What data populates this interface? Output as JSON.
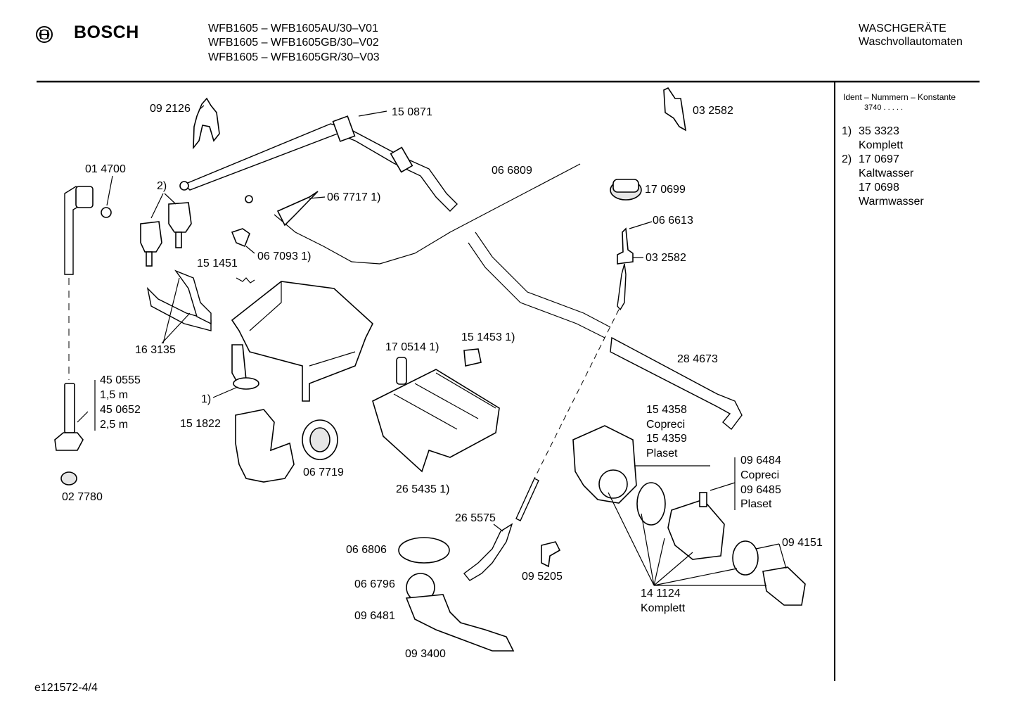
{
  "header": {
    "brand": "BOSCH",
    "models": [
      "WFB1605 – WFB1605AU/30–V01",
      "WFB1605 – WFB1605GB/30–V02",
      "WFB1605 – WFB1605GR/30–V03"
    ],
    "category": "WASCHGERÄTE",
    "subcategory": "Waschvollautomaten"
  },
  "sidebar": {
    "title": "Ident – Nummern – Konstante",
    "constant": "3740  .  .  .  .  .",
    "notes": [
      {
        "marker": "1)",
        "line1": "35 3323",
        "line2": "Komplett"
      },
      {
        "marker": "2)",
        "line1": "17 0697",
        "line2": "Kaltwasser"
      },
      {
        "marker": "",
        "line1": "17 0698",
        "line2": "Warmwasser"
      }
    ]
  },
  "labels": {
    "p092126": "09 2126",
    "p150871": "15 0871",
    "p032582a": "03 2582",
    "p014700": "01 4700",
    "p2": "2)",
    "p066809": "06 6809",
    "p0677171": "06 7717 1)",
    "p170699": "17 0699",
    "p066613": "06 6613",
    "p0670931": "06 7093 1)",
    "p032582b": "03 2582",
    "p151451": "15 1451",
    "p163135": "16 3135",
    "p1705141": "17 0514 1)",
    "p1514531": "15 1453 1)",
    "p284673": "28 4673",
    "p450555": "45 0555",
    "p15m": "1,5 m",
    "p450652": "45 0652",
    "p25m": "2,5 m",
    "p1": "1)",
    "p151822": "15 1822",
    "p154358": "15 4358",
    "copreci1": "Copreci",
    "p154359": "15 4359",
    "plaset1": "Plaset",
    "p096484": "09 6484",
    "copreci2": "Copreci",
    "p096485": "09 6485",
    "plaset2": "Plaset",
    "p067719": "06 7719",
    "p2654351": "26 5435 1)",
    "p027780": "02 7780",
    "p265575": "26 5575",
    "p094151": "09 4151",
    "p066806": "06 6806",
    "p095205": "09 5205",
    "p066796": "06 6796",
    "p141124": "14 1124",
    "komplett": "Komplett",
    "p096481": "09 6481",
    "p093400": "09 3400"
  },
  "footer": {
    "doc_id": "e121572-4/4"
  }
}
